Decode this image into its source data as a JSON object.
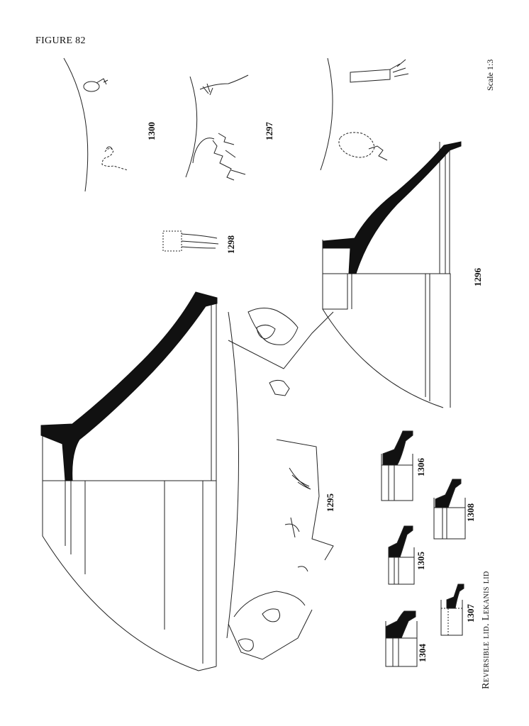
{
  "figure": {
    "title": "FIGURE 82",
    "scale": "Scale 1:3"
  },
  "caption": "Reversible lid. Lekanis lid",
  "catalog_numbers": [
    "1300",
    "1297",
    "1298",
    "1296",
    "1295",
    "1306",
    "1308",
    "1305",
    "1307",
    "1304"
  ]
}
